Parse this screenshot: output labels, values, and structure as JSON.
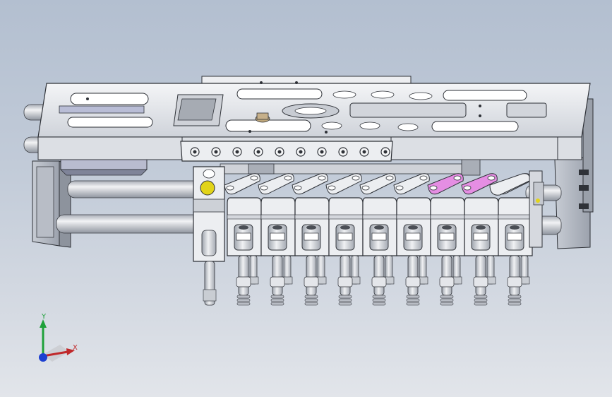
{
  "view": {
    "background_top": "#b3bfd0",
    "background_bottom": "#e2e5ea",
    "model_type": "3D assembly - multi-station vacuum gripper head",
    "materials": {
      "steel": "#e6e8ec",
      "steel_shade": "#aeb3bc",
      "rod": "#d8dbe0",
      "highlight_pink": "#e58ee3",
      "indicator_yellow": "#e2d419"
    },
    "stations": 9
  },
  "triad": {
    "y_label": "Y",
    "x_label": "X",
    "y_color": "#1fa13a",
    "x_color": "#c0282a",
    "z_color": "#1c3fd1",
    "icons": [
      "y-axis-arrow-icon",
      "x-axis-arrow-icon",
      "z-axis-dot-icon"
    ]
  }
}
